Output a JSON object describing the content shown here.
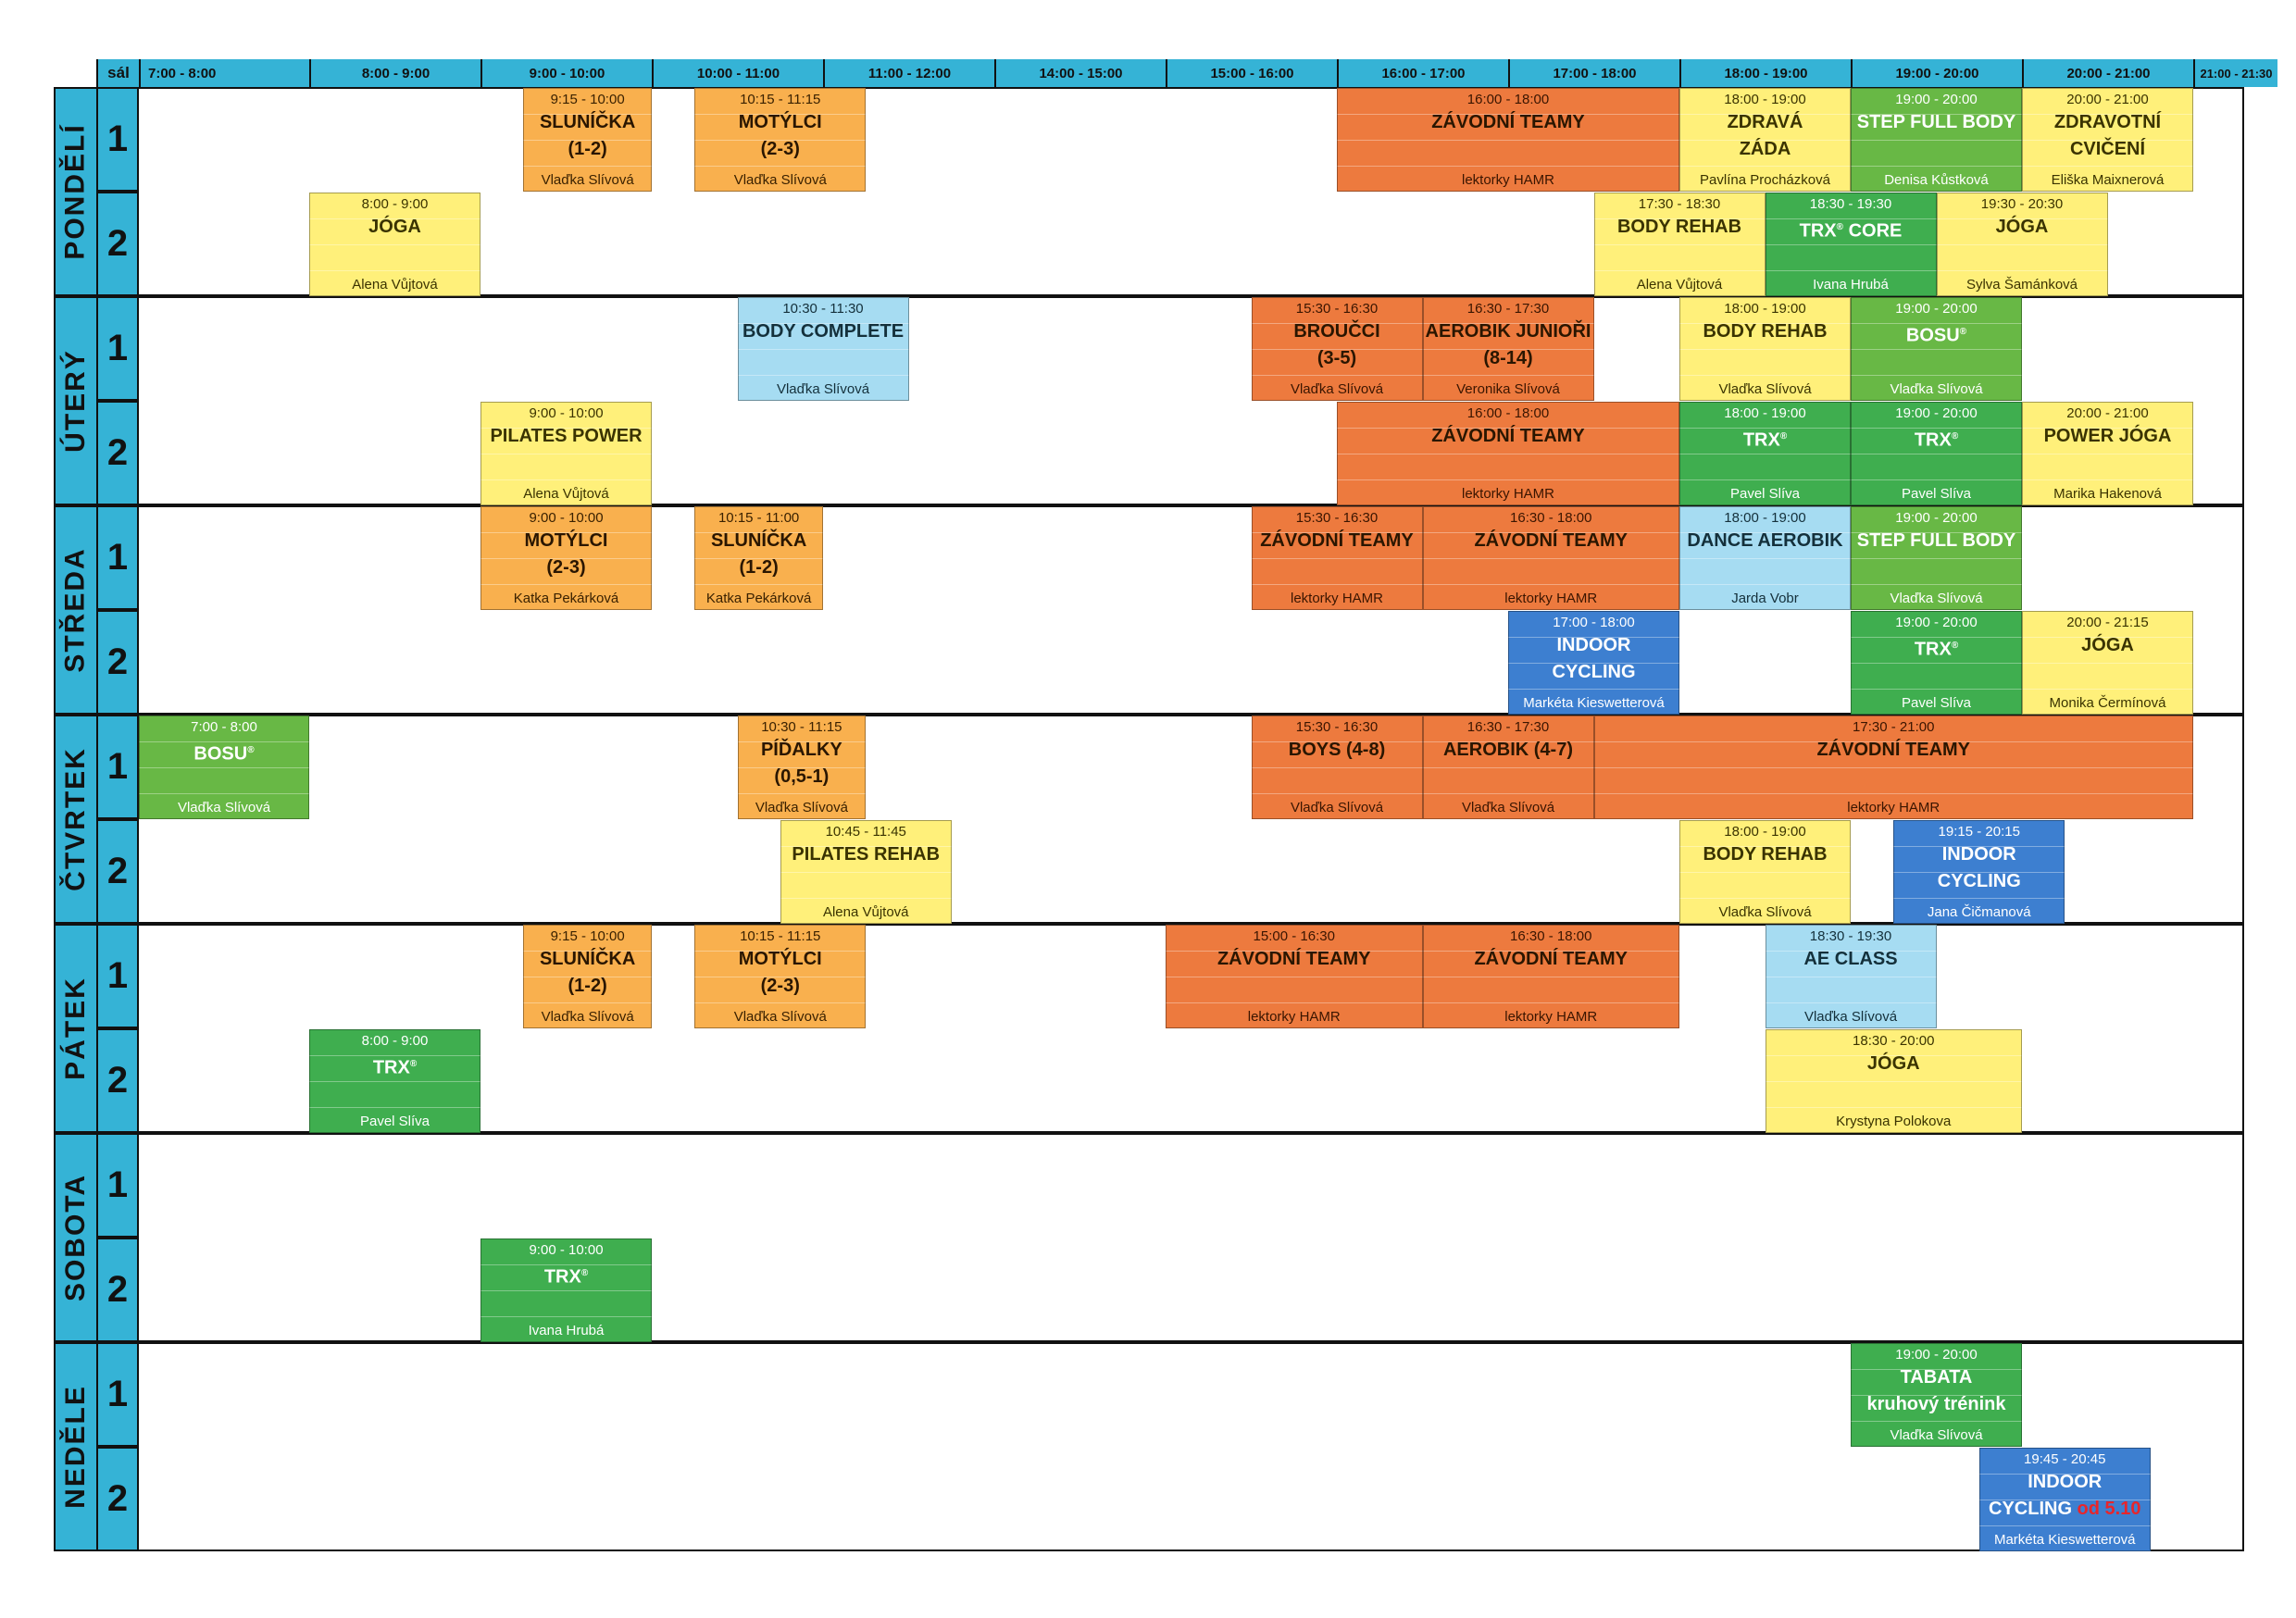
{
  "header": {
    "sal": "sál",
    "slots": [
      "7:00 - 8:00",
      "8:00 - 9:00",
      "9:00 - 10:00",
      "10:00 - 11:00",
      "11:00 - 12:00",
      "14:00 - 15:00",
      "15:00 - 16:00",
      "16:00 - 17:00",
      "17:00 - 18:00",
      "18:00 - 19:00",
      "19:00 - 20:00",
      "20:00 - 21:00",
      "21:00 - 21:30"
    ]
  },
  "colors": {
    "header": "#35b3d6",
    "orange": "#f9b04e",
    "red": "#ed7a3e",
    "yellow": "#fff07a",
    "lgreen": "#68b845",
    "green": "#3fae4f",
    "lblue": "#a6dcf2",
    "blue": "#3d7fd0",
    "highlight": "#e8252b"
  },
  "days": [
    {
      "name": "PONDĚLÍ",
      "rooms": [
        {
          "label": "1",
          "events": [
            {
              "col": 2.25,
              "span": 0.75,
              "c": "orange",
              "time": "9:15 - 10:00",
              "name": "SLUNÍČKA\n(1-2)",
              "instr": "Vlaďka Slívová"
            },
            {
              "col": 3.25,
              "span": 1.0,
              "c": "orange",
              "time": "10:15 - 11:15",
              "name": "MOTÝLCI\n(2-3)",
              "instr": "Vlaďka Slívová"
            },
            {
              "col": 7,
              "span": 2,
              "c": "red",
              "time": "16:00 - 18:00",
              "name": "ZÁVODNÍ TEAMY",
              "instr": "lektorky HAMR"
            },
            {
              "col": 9,
              "span": 1,
              "c": "yellow",
              "time": "18:00 - 19:00",
              "name": "ZDRAVÁ\nZÁDA",
              "instr": "Pavlína Procházková"
            },
            {
              "col": 10,
              "span": 1,
              "c": "lgreen",
              "time": "19:00 - 20:00",
              "name": "STEP FULL BODY",
              "instr": "Denisa Kůstková"
            },
            {
              "col": 11,
              "span": 1,
              "c": "yellow",
              "time": "20:00 - 21:00",
              "name": "ZDRAVOTNÍ\nCVIČENÍ",
              "instr": "Eliška Maixnerová"
            }
          ]
        },
        {
          "label": "2",
          "events": [
            {
              "col": 1,
              "span": 1,
              "c": "yellow",
              "time": "8:00 - 9:00",
              "name": "JÓGA",
              "instr": "Alena Vůjtová"
            },
            {
              "col": 8.5,
              "span": 1,
              "c": "yellow",
              "time": "17:30 - 18:30",
              "name": "BODY REHAB",
              "instr": "Alena Vůjtová"
            },
            {
              "col": 9.5,
              "span": 1,
              "c": "green",
              "time": "18:30 - 19:30",
              "name": "TRX",
              "sup": "®",
              "name2": "CORE",
              "instr": "Ivana Hrubá"
            },
            {
              "col": 10.5,
              "span": 1,
              "c": "yellow",
              "time": "19:30 - 20:30",
              "name": "JÓGA",
              "instr": "Sylva Šamánková"
            }
          ]
        }
      ]
    },
    {
      "name": "ÚTERÝ",
      "rooms": [
        {
          "label": "1",
          "events": [
            {
              "col": 3.5,
              "span": 1,
              "c": "lblue",
              "time": "10:30 - 11:30",
              "name": "BODY COMPLETE",
              "instr": "Vlaďka Slívová"
            },
            {
              "col": 6.5,
              "span": 1,
              "c": "red",
              "time": "15:30 - 16:30",
              "name": "BROUČCI\n(3-5)",
              "instr": "Vlaďka Slívová"
            },
            {
              "col": 7.5,
              "span": 1,
              "c": "red",
              "time": "16:30 - 17:30",
              "name": "AEROBIK JUNIOŘI\n(8-14)",
              "instr": "Veronika Slívová"
            },
            {
              "col": 9,
              "span": 1,
              "c": "yellow",
              "time": "18:00 - 19:00",
              "name": "BODY REHAB",
              "instr": "Vlaďka Slívová"
            },
            {
              "col": 10,
              "span": 1,
              "c": "lgreen",
              "time": "19:00 - 20:00",
              "name": "BOSU",
              "sup": "®",
              "instr": "Vlaďka Slívová"
            }
          ]
        },
        {
          "label": "2",
          "events": [
            {
              "col": 2,
              "span": 1,
              "c": "yellow",
              "time": "9:00 - 10:00",
              "name": "PILATES POWER",
              "instr": "Alena Vůjtová"
            },
            {
              "col": 7,
              "span": 2,
              "c": "red",
              "time": "16:00 - 18:00",
              "name": "ZÁVODNÍ TEAMY",
              "instr": "lektorky HAMR"
            },
            {
              "col": 9,
              "span": 1,
              "c": "green",
              "time": "18:00 - 19:00",
              "name": "TRX",
              "sup": "®",
              "instr": "Pavel Slíva"
            },
            {
              "col": 10,
              "span": 1,
              "c": "green",
              "time": "19:00 - 20:00",
              "name": "TRX",
              "sup": "®",
              "instr": "Pavel Slíva"
            },
            {
              "col": 11,
              "span": 1,
              "c": "yellow",
              "time": "20:00 - 21:00",
              "name": "POWER JÓGA",
              "instr": "Marika Hakenová"
            }
          ]
        }
      ]
    },
    {
      "name": "STŘEDA",
      "rooms": [
        {
          "label": "1",
          "events": [
            {
              "col": 2,
              "span": 1,
              "c": "orange",
              "time": "9:00 - 10:00",
              "name": "MOTÝLCI\n(2-3)",
              "instr": "Katka Pekárková"
            },
            {
              "col": 3.25,
              "span": 0.75,
              "c": "orange",
              "time": "10:15 - 11:00",
              "name": "SLUNÍČKA\n(1-2)",
              "instr": "Katka Pekárková"
            },
            {
              "col": 6.5,
              "span": 1,
              "c": "red",
              "time": "15:30 - 16:30",
              "name": "ZÁVODNÍ TEAMY",
              "instr": "lektorky HAMR"
            },
            {
              "col": 7.5,
              "span": 1.5,
              "c": "red",
              "time": "16:30 - 18:00",
              "name": "ZÁVODNÍ TEAMY",
              "instr": "lektorky HAMR"
            },
            {
              "col": 9,
              "span": 1,
              "c": "lblue",
              "time": "18:00 - 19:00",
              "name": "DANCE AEROBIK",
              "instr": "Jarda Vobr"
            },
            {
              "col": 10,
              "span": 1,
              "c": "lgreen",
              "time": "19:00 - 20:00",
              "name": "STEP FULL BODY",
              "instr": "Vlaďka Slívová"
            }
          ]
        },
        {
          "label": "2",
          "events": [
            {
              "col": 8,
              "span": 1,
              "c": "blue",
              "time": "17:00 - 18:00",
              "name": "INDOOR\nCYCLING",
              "instr": "Markéta Kieswetterová"
            },
            {
              "col": 10,
              "span": 1,
              "c": "green",
              "time": "19:00 - 20:00",
              "name": "TRX",
              "sup": "®",
              "instr": "Pavel Slíva"
            },
            {
              "col": 11,
              "span": 1,
              "c": "yellow",
              "time": "20:00 - 21:15",
              "name": "JÓGA",
              "instr": "Monika Čermínová"
            }
          ]
        }
      ]
    },
    {
      "name": "ČTVRTEK",
      "rooms": [
        {
          "label": "1",
          "events": [
            {
              "col": 0,
              "span": 1,
              "c": "lgreen",
              "time": "7:00 - 8:00",
              "name": "BOSU",
              "sup": "®",
              "instr": "Vlaďka Slívová"
            },
            {
              "col": 3.5,
              "span": 0.75,
              "c": "orange",
              "time": "10:30 - 11:15",
              "name": "PÍĎALKY\n(0,5-1)",
              "instr": "Vlaďka Slívová"
            },
            {
              "col": 6.5,
              "span": 1,
              "c": "red",
              "time": "15:30 - 16:30",
              "name": "BOYS (4-8)",
              "instr": "Vlaďka Slívová"
            },
            {
              "col": 7.5,
              "span": 1,
              "c": "red",
              "time": "16:30 - 17:30",
              "name": "AEROBIK (4-7)",
              "instr": "Vlaďka Slívová"
            },
            {
              "col": 8.5,
              "span": 3.5,
              "c": "red",
              "time": "17:30 - 21:00",
              "name": "ZÁVODNÍ TEAMY",
              "instr": "lektorky HAMR"
            }
          ]
        },
        {
          "label": "2",
          "events": [
            {
              "col": 3.75,
              "span": 1,
              "c": "yellow",
              "time": "10:45 - 11:45",
              "name": "PILATES REHAB",
              "instr": "Alena Vůjtová"
            },
            {
              "col": 9,
              "span": 1,
              "c": "yellow",
              "time": "18:00 - 19:00",
              "name": "BODY REHAB",
              "instr": "Vlaďka Slívová"
            },
            {
              "col": 10.25,
              "span": 1,
              "c": "blue",
              "time": "19:15 - 20:15",
              "name": "INDOOR\nCYCLING",
              "instr": "Jana Čičmanová"
            }
          ]
        }
      ]
    },
    {
      "name": "PÁTEK",
      "rooms": [
        {
          "label": "1",
          "events": [
            {
              "col": 2.25,
              "span": 0.75,
              "c": "orange",
              "time": "9:15 - 10:00",
              "name": "SLUNÍČKA\n(1-2)",
              "instr": "Vlaďka Slívová"
            },
            {
              "col": 3.25,
              "span": 1,
              "c": "orange",
              "time": "10:15 - 11:15",
              "name": "MOTÝLCI\n(2-3)",
              "instr": "Vlaďka Slívová"
            },
            {
              "col": 6,
              "span": 1.5,
              "c": "red",
              "time": "15:00 - 16:30",
              "name": "ZÁVODNÍ TEAMY",
              "instr": "lektorky HAMR"
            },
            {
              "col": 7.5,
              "span": 1.5,
              "c": "red",
              "time": "16:30 - 18:00",
              "name": "ZÁVODNÍ TEAMY",
              "instr": "lektorky HAMR"
            },
            {
              "col": 9.5,
              "span": 1,
              "c": "lblue",
              "time": "18:30 - 19:30",
              "name": "AE CLASS",
              "instr": "Vlaďka Slívová"
            }
          ]
        },
        {
          "label": "2",
          "events": [
            {
              "col": 1,
              "span": 1,
              "c": "green",
              "time": "8:00 - 9:00",
              "name": "TRX",
              "sup": "®",
              "instr": "Pavel Slíva"
            },
            {
              "col": 9.5,
              "span": 1.5,
              "c": "yellow",
              "time": "18:30 - 20:00",
              "name": "JÓGA",
              "instr": "Krystyna Polokova"
            }
          ]
        }
      ]
    },
    {
      "name": "SOBOTA",
      "rooms": [
        {
          "label": "1",
          "events": []
        },
        {
          "label": "2",
          "events": [
            {
              "col": 2,
              "span": 1,
              "c": "green",
              "time": "9:00 - 10:00",
              "name": "TRX",
              "sup": "®",
              "instr": "Ivana Hrubá"
            }
          ]
        }
      ]
    },
    {
      "name": "NEDĚLE",
      "rooms": [
        {
          "label": "1",
          "events": [
            {
              "col": 10,
              "span": 1,
              "c": "green",
              "time": "19:00 - 20:00",
              "name": "TABATA\nkruhový trénink",
              "instr": "Vlaďka Slívová"
            }
          ]
        },
        {
          "label": "2",
          "events": [
            {
              "col": 10.75,
              "span": 1,
              "c": "blue",
              "time": "19:45 - 20:45",
              "name": "INDOOR\nCYCLING",
              "red": "od 5.10",
              "instr": "Markéta Kieswetterová"
            }
          ]
        }
      ]
    }
  ]
}
